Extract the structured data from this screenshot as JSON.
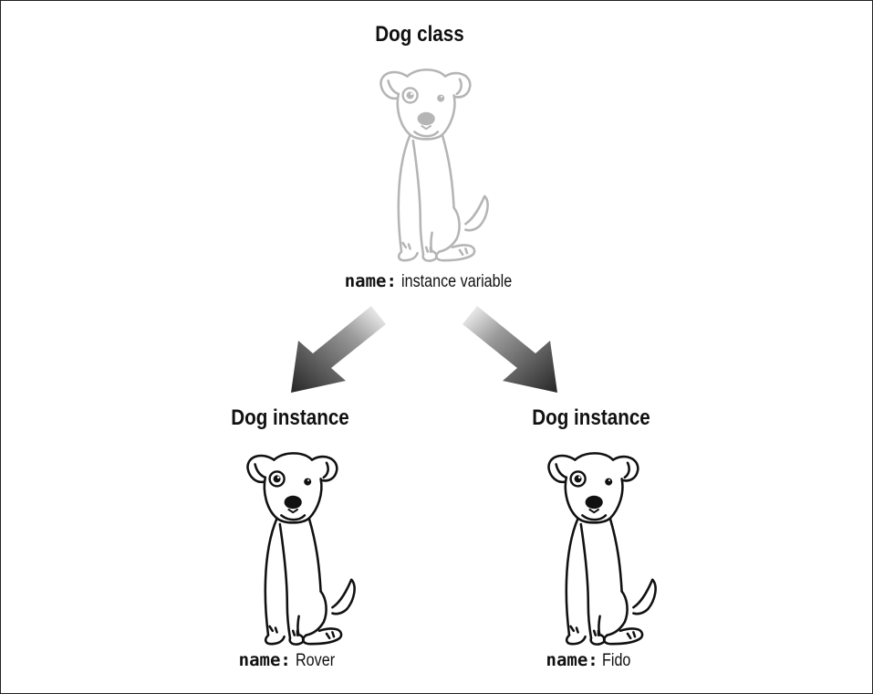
{
  "class_block": {
    "title": "Dog class",
    "field_name": "name:",
    "field_value": "instance variable",
    "dog_color": "#b5b5b5"
  },
  "instances": [
    {
      "title": "Dog instance",
      "field_name": "name:",
      "field_value": "Rover",
      "dog_color": "#111111"
    },
    {
      "title": "Dog instance",
      "field_name": "name:",
      "field_value": "Fido",
      "dog_color": "#111111"
    }
  ],
  "arrow_color": "#3a3a3a"
}
